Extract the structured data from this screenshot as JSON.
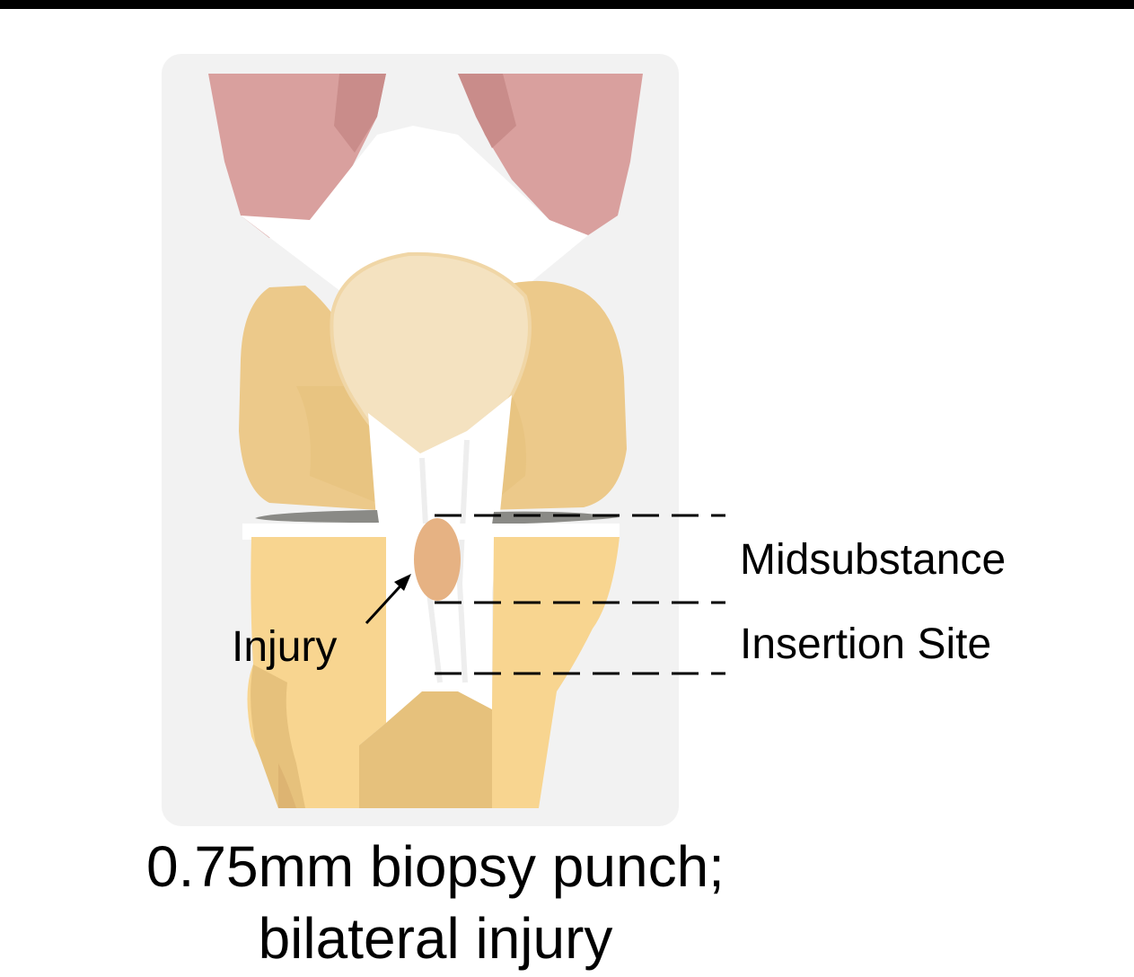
{
  "labels": {
    "midsubstance": "Midsubstance",
    "insertion_site": "Insertion Site",
    "injury": "Injury"
  },
  "caption": {
    "line1": "0.75mm biopsy punch;",
    "line2": "bilateral injury"
  },
  "colors": {
    "muscle": "#d9a09e",
    "muscle_dark": "#c98c8a",
    "femur": "#ecc98a",
    "patella": "#f4e2c0",
    "tibia": "#e6c17c",
    "meniscus_gray": "#8a8a86",
    "ligament": "#ffffff",
    "injury": "#e6b283"
  },
  "icons": [
    "up-right-arrow-icon"
  ]
}
